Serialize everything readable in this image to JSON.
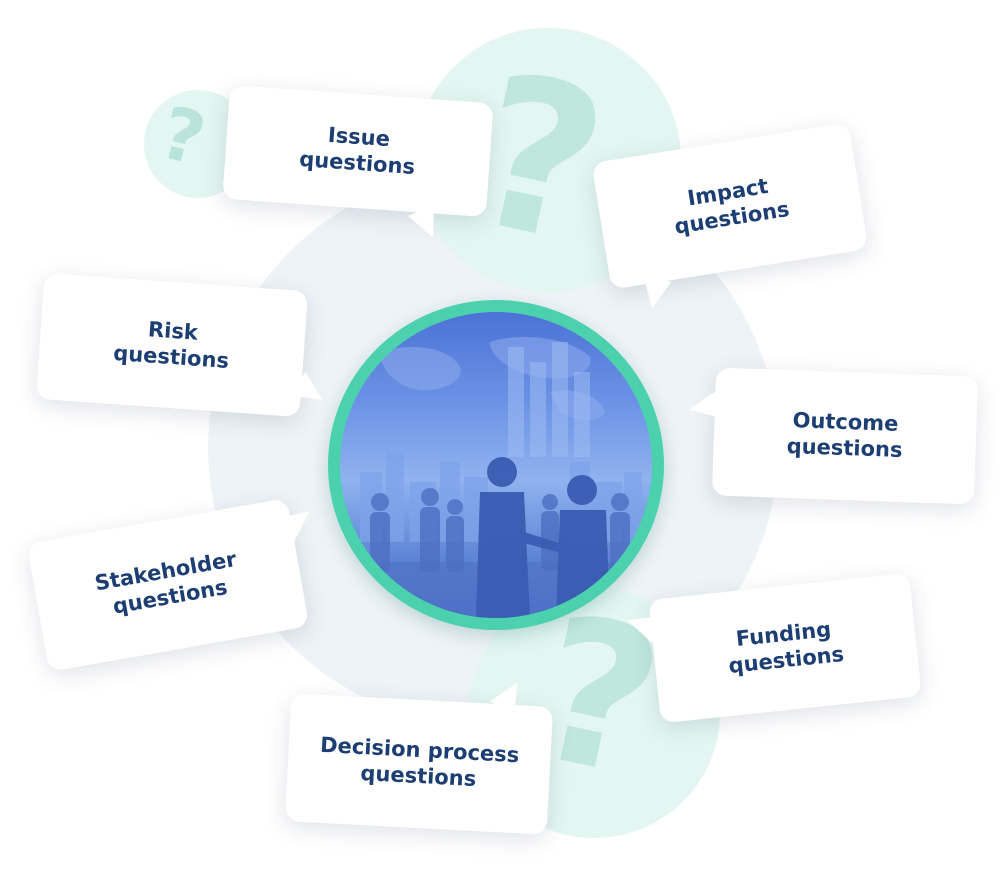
{
  "bubbles": {
    "issue": "Issue\nquestions",
    "impact": "Impact\nquestions",
    "risk": "Risk\nquestions",
    "outcome": "Outcome\nquestions",
    "stakeholder": "Stakeholder\nquestions",
    "funding": "Funding\nquestions",
    "decision": "Decision process\nquestions"
  },
  "decor": {
    "question_mark_icon": "question-mark-icon",
    "center_image": "business-people-handshake-city-skyline-illustration"
  },
  "colors": {
    "text": "#1c3e73",
    "ring": "#4bd1ad",
    "mint_blob": "#e3f6f1",
    "gray_blob": "#eef3f7",
    "photo_blue": "#5f86d6"
  }
}
